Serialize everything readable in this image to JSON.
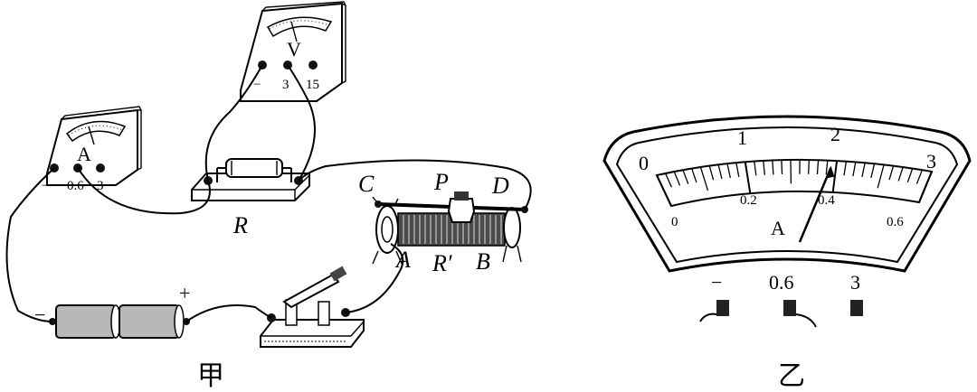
{
  "left_figure": {
    "caption": "甲",
    "ammeter": {
      "symbol": "A",
      "terminals": [
        "−",
        "0.6",
        "3"
      ]
    },
    "voltmeter": {
      "symbol": "V",
      "terminals": [
        "−",
        "3",
        "15"
      ]
    },
    "resistor_label": "R",
    "rheostat": {
      "label": "R′",
      "ends": [
        "C",
        "P",
        "D",
        "A",
        "B"
      ]
    },
    "battery_signs": {
      "minus": "−",
      "plus": "+"
    }
  },
  "right_figure": {
    "caption": "乙",
    "meter_symbol": "A",
    "top_scale": [
      "0",
      "1",
      "2",
      "3"
    ],
    "bottom_scale": [
      "0",
      "0.2",
      "0.4",
      "0.6"
    ],
    "terminals": [
      "−",
      "0.6",
      "3"
    ],
    "needle_reading_fraction": 0.645
  }
}
